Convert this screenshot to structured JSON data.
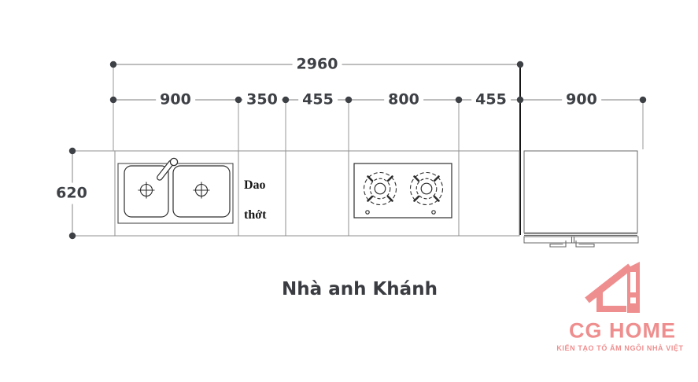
{
  "title": "Nhà anh Khánh",
  "dims": {
    "total": "2960",
    "depth": "620",
    "segments": [
      "900",
      "350",
      "455",
      "800",
      "455"
    ],
    "cabinet": "900"
  },
  "labels": {
    "cutting_board": [
      "Dao",
      "thớt"
    ]
  },
  "logo": {
    "name": "CG HOME",
    "tagline": "KIẾN TẠO TỔ ẤM NGÔI NHÀ VIỆT",
    "color": "#ef8e8e"
  },
  "colors": {
    "dimension_line": "#a8a8a8",
    "dimension_marker": "#3d4045",
    "dimension_text": "#3d4045",
    "counter_line": "#8f8f8f",
    "fixture_line": "#2e2e2e",
    "divider_black": "#161616",
    "logo_pink": "#ef8e8e"
  }
}
